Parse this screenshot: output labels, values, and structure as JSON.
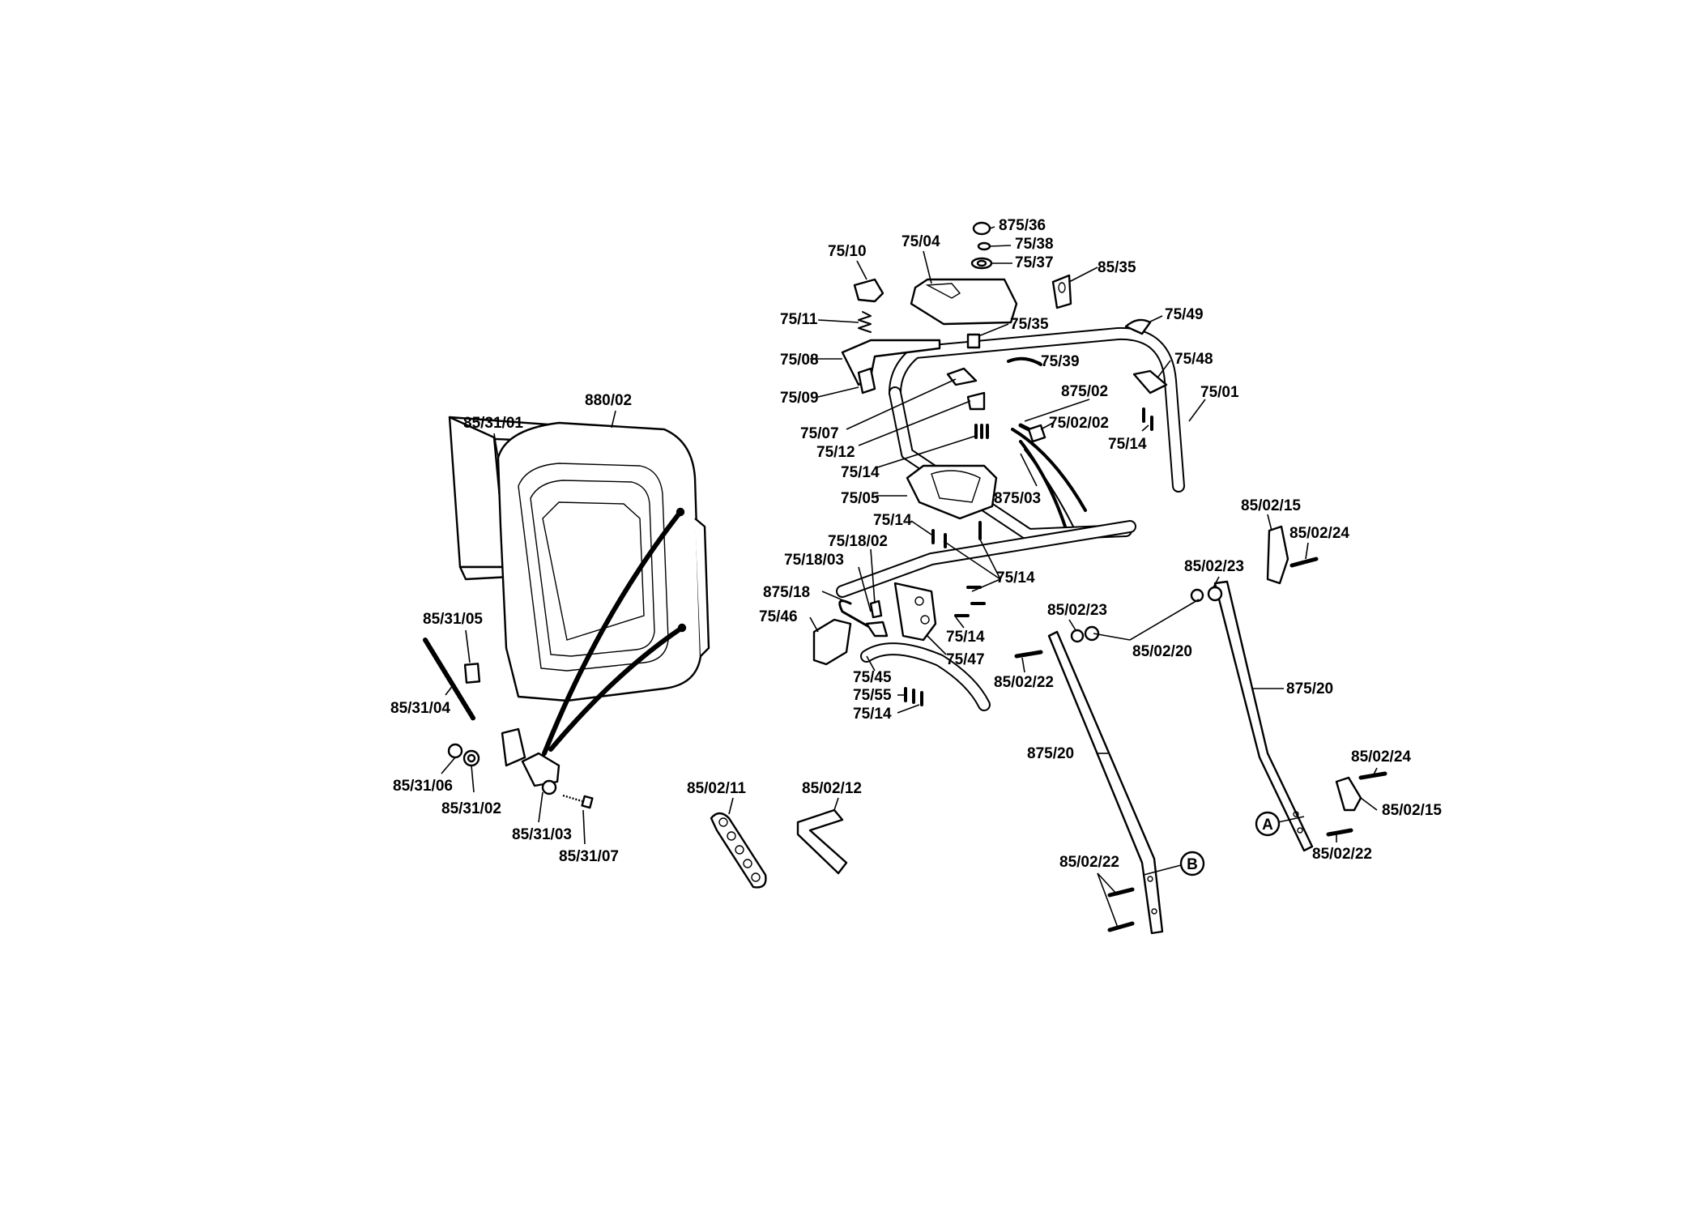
{
  "labels": [
    "85/31/01",
    "880/02",
    "85/31/05",
    "85/31/04",
    "85/31/06",
    "85/31/02",
    "85/31/03",
    "85/31/07",
    "75/10",
    "75/04",
    "875/36",
    "75/38",
    "75/37",
    "85/35",
    "75/11",
    "75/35",
    "75/49",
    "75/08",
    "75/39",
    "75/48",
    "875/02",
    "75/09",
    "75/02/02",
    "75/01",
    "75/07",
    "75/12",
    "75/14",
    "75/14",
    "75/05",
    "875/03",
    "75/14",
    "75/18/02",
    "75/18/03",
    "75/14",
    "875/18",
    "75/46",
    "75/14",
    "75/47",
    "75/45",
    "75/55",
    "75/14",
    "85/02/15",
    "85/02/24",
    "85/02/23",
    "85/02/23",
    "85/02/20",
    "85/02/22",
    "875/20",
    "875/20",
    "85/02/24",
    "85/02/15",
    "85/02/22",
    "85/02/22",
    "85/02/11",
    "85/02/12"
  ],
  "callouts": [
    "A",
    "B"
  ]
}
